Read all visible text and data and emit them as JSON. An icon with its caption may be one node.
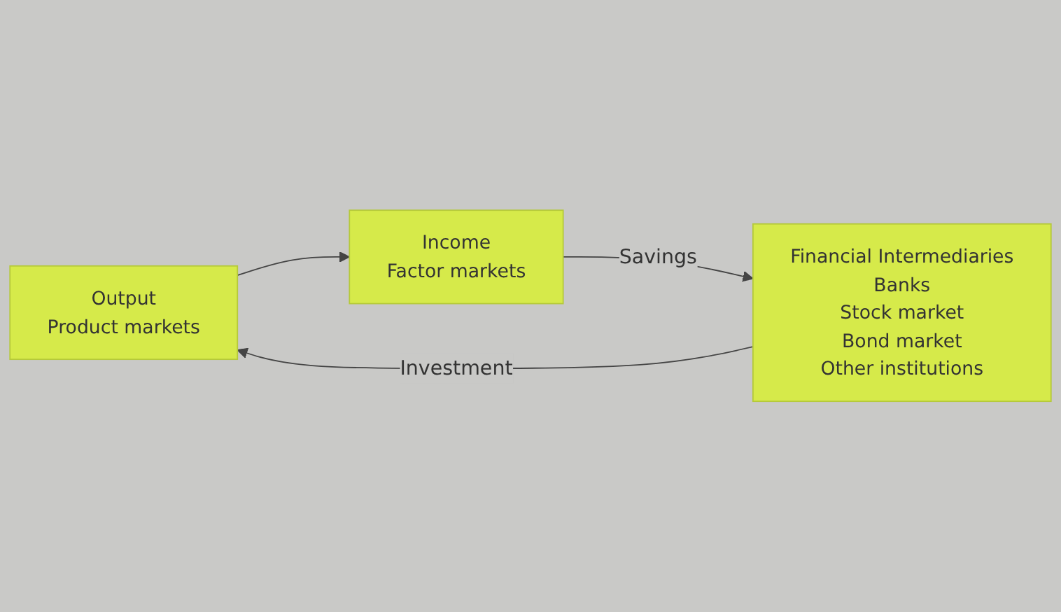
{
  "diagram": {
    "nodes": [
      {
        "text": [
          "Output",
          "Product markets"
        ]
      },
      {
        "text": [
          "Income",
          "Factor markets"
        ]
      },
      {
        "text": [
          "Financial Intermediaries",
          "Banks",
          "Stock market",
          "Bond market",
          "Other institutions"
        ]
      }
    ],
    "edges": [
      {
        "from": 0,
        "to": 1,
        "arrow": "to"
      },
      {
        "from": 1,
        "to": 2,
        "arrow": "to",
        "label": "Savings"
      },
      {
        "from": 2,
        "to": 0,
        "arrow": "to",
        "label": "Investment"
      }
    ]
  }
}
